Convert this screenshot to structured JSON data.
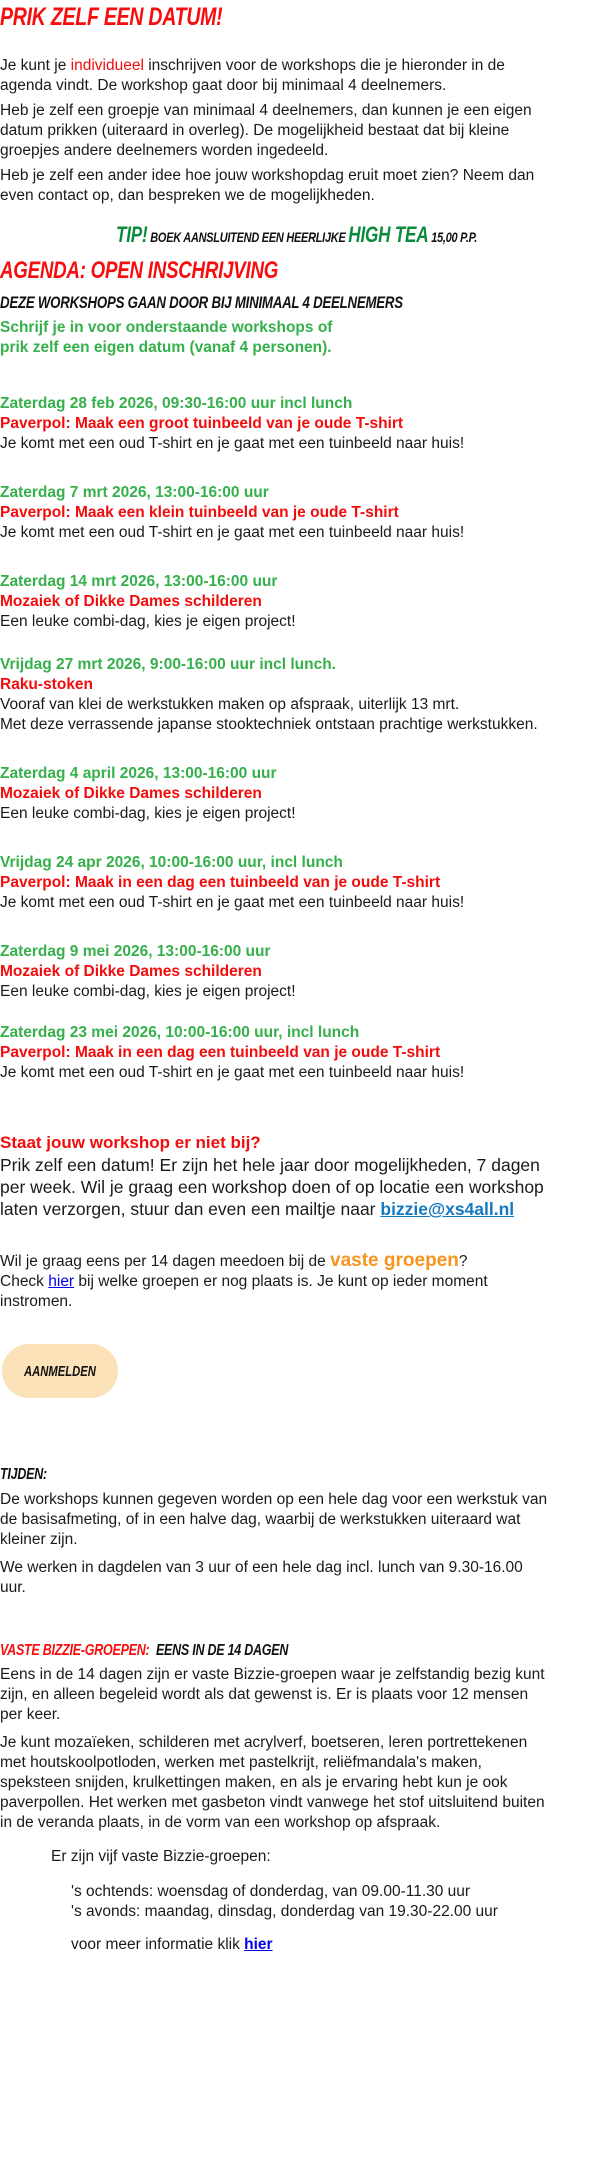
{
  "header": {
    "title": "PRIK ZELF EEN DATUM!"
  },
  "intro": {
    "p1_prefix": "Je kunt je ",
    "p1_highlight": "individueel",
    "p1_line1_rest": " inschrijven voor de workshops die je hieronder in de",
    "p1_line2": "agenda vindt. De workshop gaat door bij minimaal 4 deelnemers.",
    "p2_line1": "Heb je zelf een groepje van minimaal 4 deelnemers, dan kunnen je een eigen",
    "p2_line2": "datum prikken (uiteraard in overleg). De mogelijkheid bestaat dat bij kleine",
    "p2_line3": "groepjes andere deelnemers worden ingedeeld.",
    "p3_line1": "Heb je zelf een ander idee hoe jouw workshopdag eruit moet zien? Neem dan",
    "p3_line2": "even contact op, dan bespreken we de mogelijkheden."
  },
  "tip": {
    "label": "TIP!",
    "text1": " BOEK AANSLUITEND EEN HEERLIJKE ",
    "highlight": "HIGH TEA",
    "text2": " 15,00 P.P."
  },
  "agenda": {
    "title": "AGENDA: OPEN INSCHRIJVING",
    "subtitle": "DEZE WORKSHOPS GAAN DOOR BIJ MINIMAAL 4 DEELNEMERS",
    "lead_line1": "Schrijf je in voor onderstaande workshops of",
    "lead_line2": "prik zelf een eigen datum (vanaf 4 personen).",
    "events": [
      {
        "date": "Zaterdag 28 feb 2026, 09:30-16:00 uur incl lunch",
        "title": "Paverpol: Maak een groot tuinbeeld van je oude T-shirt",
        "desc": [
          "Je komt met een oud T-shirt en je gaat met een tuinbeeld naar huis!"
        ]
      },
      {
        "date": "Zaterdag 7 mrt 2026, 13:00-16:00 uur",
        "title": "Paverpol: Maak een klein tuinbeeld van je oude T-shirt",
        "desc": [
          "Je komt met een oud T-shirt en je gaat met een tuinbeeld naar huis!"
        ]
      },
      {
        "date": "Zaterdag 14 mrt 2026, 13:00-16:00 uur",
        "title": "Mozaiek of Dikke Dames schilderen",
        "desc": [
          "Een leuke combi-dag, kies je eigen project!"
        ]
      },
      {
        "date": "Vrijdag 27 mrt 2026, 9:00-16:00 uur incl lunch.",
        "title": "Raku-stoken",
        "desc": [
          "Vooraf van klei de werkstukken maken op afspraak, uiterlijk 13 mrt.",
          "Met deze verrassende japanse stooktechniek ontstaan prachtige werkstukken."
        ]
      },
      {
        "date": "Zaterdag 4 april 2026, 13:00-16:00 uur",
        "title": "Mozaiek of Dikke Dames schilderen",
        "desc": [
          "Een leuke combi-dag, kies je eigen project!"
        ]
      },
      {
        "date": "Vrijdag 24 apr 2026, 10:00-16:00 uur, incl lunch",
        "title": "Paverpol: Maak in een dag een tuinbeeld van je oude T-shirt",
        "desc": [
          "Je komt met een oud T-shirt en je gaat met een tuinbeeld naar huis!"
        ]
      },
      {
        "date": "Zaterdag 9 mei 2026, 13:00-16:00 uur",
        "title": "Mozaiek of Dikke Dames schilderen",
        "desc": [
          "Een leuke combi-dag, kies je eigen project!"
        ]
      },
      {
        "date": "Zaterdag 23 mei 2026, 10:00-16:00 uur, incl lunch",
        "title": "Paverpol: Maak in een dag een tuinbeeld van je oude T-shirt",
        "desc": [
          "Je komt met een oud T-shirt en je gaat met een tuinbeeld naar huis!"
        ]
      }
    ]
  },
  "missing": {
    "heading": "Staat jouw workshop er niet bij?",
    "line1": "Prik zelf een datum! Er zijn het hele jaar door mogelijkheden, 7 dagen",
    "line2": "per week. Wil je graag een workshop doen of op locatie een workshop",
    "line3": "laten verzorgen, stuur dan even een mailtje naar ",
    "email": " bizzie@xs4all.nl"
  },
  "groups_cta": {
    "line1_prefix": "Wil je graag eens per 14 dagen meedoen bij de ",
    "line1_highlight": "vaste groepen",
    "line1_suffix": "?",
    "line2_prefix": "Check ",
    "line2_link": "hier",
    "line2_suffix": " bij welke groepen er nog plaats is. Je kunt op ieder moment",
    "line3": "instromen."
  },
  "signup_button": {
    "label": "AANMELDEN"
  },
  "tijden": {
    "heading": "TIJDEN:",
    "p1_line1": "De workshops kunnen gegeven worden op een hele dag voor een werkstuk van",
    "p1_line2": "de basisafmeting, of in een halve dag, waarbij de werkstukken uiteraard wat",
    "p1_line3": "kleiner zijn.",
    "p2_line1": "We werken in dagdelen van 3 uur of een hele dag incl. lunch van 9.30-16.00",
    "p2_line2": "uur."
  },
  "vaste_groepen": {
    "heading_red": "VASTE BIZZIE-GROEPEN:",
    "heading_black": "EENS IN DE 14 DAGEN",
    "p1_line1": "Eens in de 14 dagen zijn er vaste Bizzie-groepen waar je zelfstandig bezig kunt",
    "p1_line2": "zijn, en alleen begeleid wordt als dat gewenst is. Er is plaats voor 12 mensen",
    "p1_line3": "per keer.",
    "p2_line1": "Je kunt mozaïeken, schilderen met acrylverf, boetseren, leren portrettekenen",
    "p2_line2": "met houtskoolpotloden, werken met pastelkrijt, reliëfmandala's maken,",
    "p2_line3": "speksteen snijden, krulkettingen maken, en als je ervaring hebt kun je ook",
    "p2_line4": "paverpollen. Het werken met gasbeton vindt vanwege het stof uitsluitend buiten",
    "p2_line5": "in de veranda plaats, in de vorm van een workshop op afspraak.",
    "groups_intro": "Er zijn vijf vaste Bizzie-groepen:",
    "schedule": [
      "'s ochtends: woensdag of donderdag, van 09.00-11.30 uur",
      "'s avonds: maandag, dinsdag, donderdag van 19.30-22.00 uur"
    ],
    "more_info_prefix": "voor meer informatie klik ",
    "more_info_link": "hier"
  },
  "colors": {
    "heading_red": "#f70d0d",
    "tip_green": "#0c8a3b",
    "date_green": "#35b04a",
    "title_red": "#f20c0c",
    "accent_orange": "#f7941d",
    "mail_blue": "#1579c2",
    "button_bg": "#fbe2b8"
  }
}
